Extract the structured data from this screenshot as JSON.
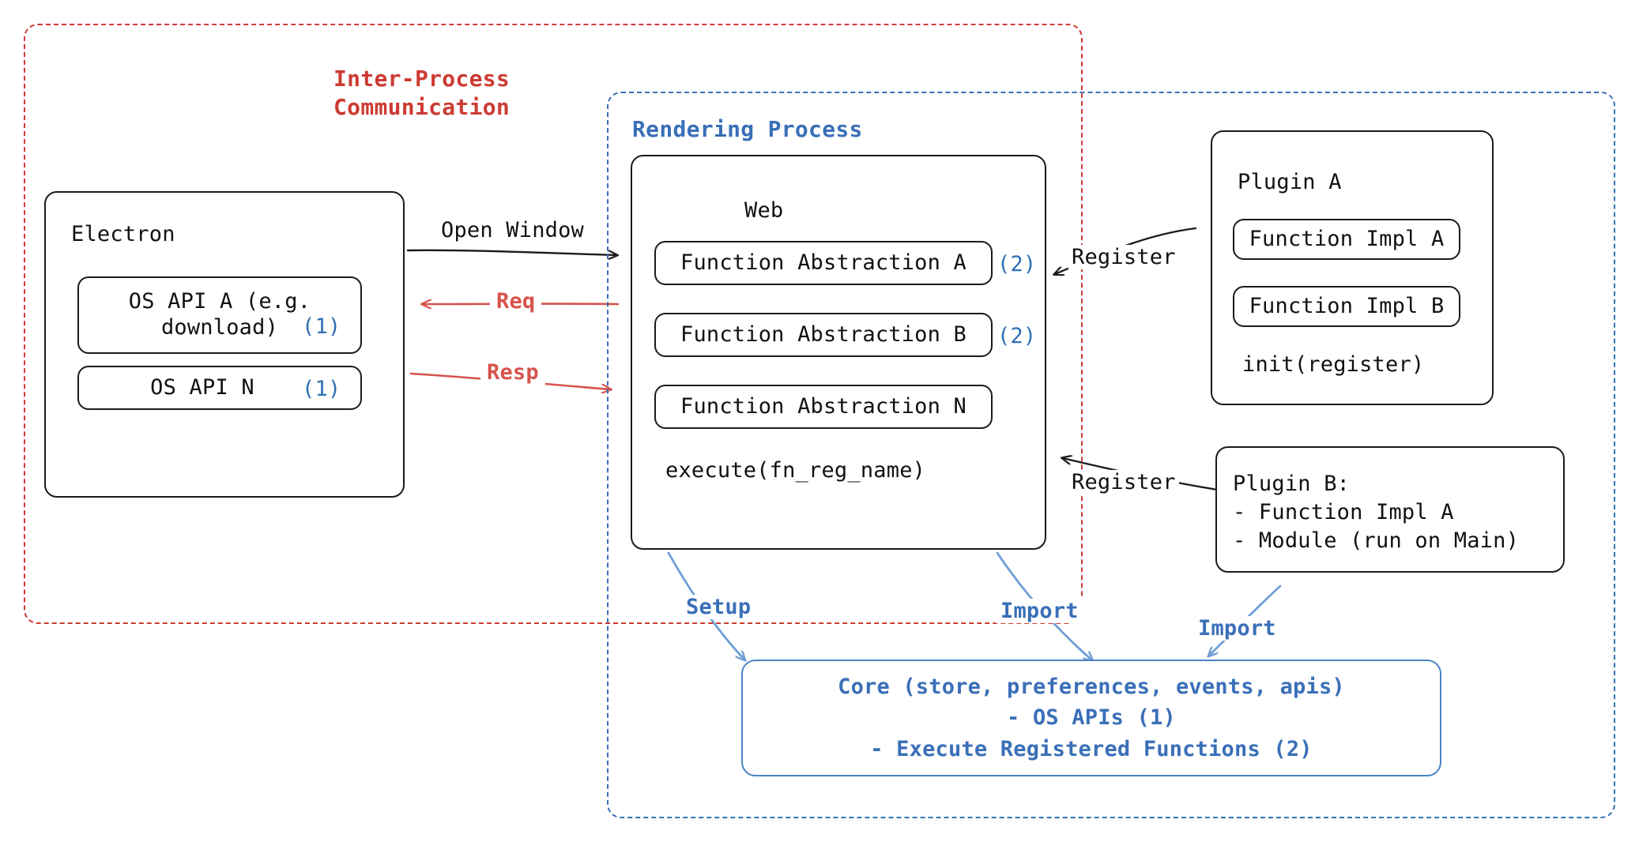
{
  "diagram": {
    "title": "Electron plugin architecture diagram",
    "colors": {
      "ipc_red": "#cc3b33",
      "render_blue": "#3a6fb8",
      "arrow_red": "#d6534b",
      "arrow_blue": "#6e9ed6",
      "badge_blue": "#2f6fb5",
      "node_stroke": "#1b1b1b",
      "background": "#ffffff"
    }
  },
  "groups": {
    "ipc": {
      "label": "Inter-Process\nCommunication"
    },
    "rendering": {
      "label": "Rendering Process"
    }
  },
  "electron": {
    "title": "Electron",
    "apis": [
      {
        "label": "OS API A (e.g.\ndownload)",
        "badge": "(1)"
      },
      {
        "label": "OS API N",
        "badge": "(1)"
      }
    ]
  },
  "web": {
    "title": "Web",
    "abstractions": [
      {
        "label": "Function Abstraction A",
        "badge": "(2)"
      },
      {
        "label": "Function Abstraction B",
        "badge": "(2)"
      },
      {
        "label": "Function Abstraction N",
        "badge": ""
      }
    ],
    "execute": "execute(fn_reg_name)"
  },
  "plugin_a": {
    "title": "Plugin A",
    "items": [
      {
        "label": "Function Impl A"
      },
      {
        "label": "Function Impl B"
      }
    ],
    "init": "init(register)"
  },
  "plugin_b": {
    "text": "Plugin B:\n- Function Impl A\n- Module (run on Main)"
  },
  "core": {
    "lines": [
      "Core (store, preferences, events, apis)",
      "- OS APIs (1)",
      "- Execute Registered Functions (2)"
    ]
  },
  "edges": {
    "open_window": "Open Window",
    "req": "Req",
    "resp": "Resp",
    "register_top": "Register",
    "register_bottom": "Register",
    "setup": "Setup",
    "import_web": "Import",
    "import_plugin_b": "Import"
  }
}
